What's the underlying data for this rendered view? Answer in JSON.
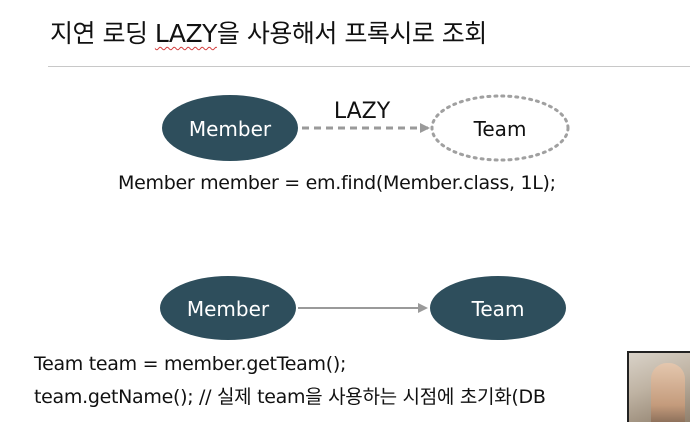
{
  "slide": {
    "title_before": "지연 로딩 ",
    "title_lazy": "LAZY",
    "title_after": "을 사용해서 프록시로 조회"
  },
  "diagram_top": {
    "source_label": "Member",
    "target_label": "Team",
    "edge_label": "LAZY",
    "source_fill": "#2e4e5c",
    "target_style": "dotted-outline",
    "edge_style": "dashed"
  },
  "diagram_bottom": {
    "source_label": "Member",
    "target_label": "Team",
    "fill": "#2e4e5c",
    "edge_style": "solid"
  },
  "code": {
    "line1": "Member member = em.find(Member.class, 1L);",
    "line2": "Team team = member.getTeam();",
    "line3": "team.getName(); // 실제 team을 사용하는 시점에 초기화(DB"
  },
  "colors": {
    "node_fill": "#2e4e5c",
    "arrow": "#9a9a9a",
    "divider": "#c8c8c8"
  }
}
